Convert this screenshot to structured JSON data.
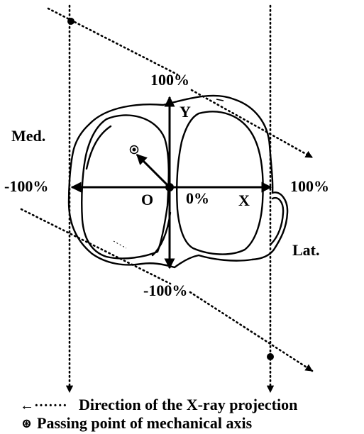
{
  "labels": {
    "y_top": "100%",
    "y_bottom": "-100%",
    "x_left": "-100%",
    "x_right": "100%",
    "origin": "O",
    "zero": "0%",
    "x_axis": "X",
    "y_axis": "Y",
    "medial": "Med.",
    "lateral": "Lat."
  },
  "legend": {
    "projection_text": "Direction of the X-ray projection",
    "axis_point_text": "Passing point of mechanical axis",
    "arrow_glyph": "←·······",
    "marker_glyph": "⊛"
  }
}
